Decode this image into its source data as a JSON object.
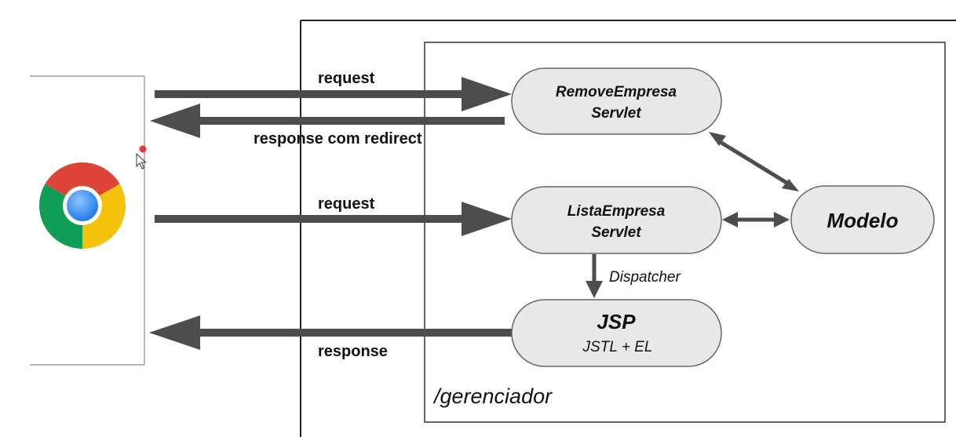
{
  "colors": {
    "arrow": "#4d4d4d",
    "node_fill": "#e8e8e8",
    "node_stroke": "#666666",
    "frame": "#222222",
    "chrome_red": "#db4437",
    "chrome_yellow": "#f4c20d",
    "chrome_green": "#0f9d58",
    "chrome_blue": "#4285f4",
    "cursor_dot": "#e53935"
  },
  "icons": {
    "browser": "chrome-logo",
    "cursor": "mouse-pointer-icon"
  },
  "nodes": {
    "remove": {
      "line1": "RemoveEmpresa",
      "line2": "Servlet"
    },
    "lista": {
      "line1": "ListaEmpresa",
      "line2": "Servlet"
    },
    "modelo": {
      "label": "Modelo"
    },
    "jsp": {
      "title": "JSP",
      "subtitle": "JSTL + EL"
    }
  },
  "labels": {
    "request_1": "request",
    "response_redirect": "response com redirect",
    "request_2": "request",
    "dispatcher": "Dispatcher",
    "response": "response",
    "context_path": "/gerenciador"
  }
}
